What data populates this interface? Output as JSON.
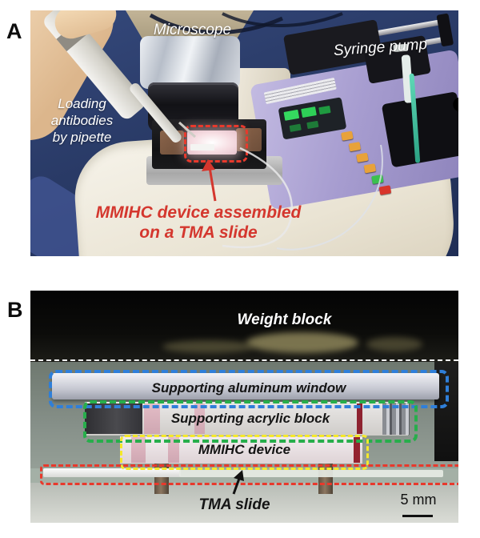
{
  "figure": {
    "panel_a": {
      "label": "A",
      "annotations": {
        "microscope": "Microscope",
        "syringe_pump": "Syringe pump",
        "loading_line1": "Loading",
        "loading_line2": "antibodies",
        "loading_line3": "by pipette",
        "device_caption_line1": "MMIHC device assembled",
        "device_caption_line2": "on a TMA slide"
      }
    },
    "panel_b": {
      "label": "B",
      "annotations": {
        "weight_block": "Weight block",
        "aluminum_window": "Supporting aluminum window",
        "acrylic_block": "Supporting acrylic block",
        "mmihc_device": "MMIHC device",
        "tma_slide": "TMA slide",
        "scale_bar": "5 mm"
      }
    },
    "colors": {
      "highlight_blue": "#2f7fd9",
      "highlight_green": "#27ae4b",
      "highlight_yellow": "#f5e92a",
      "highlight_red": "#e8392c",
      "annotation_red": "#d4372e",
      "separator_white": "#ffffff",
      "label_white": "#ffffff",
      "label_black": "#151515"
    }
  }
}
